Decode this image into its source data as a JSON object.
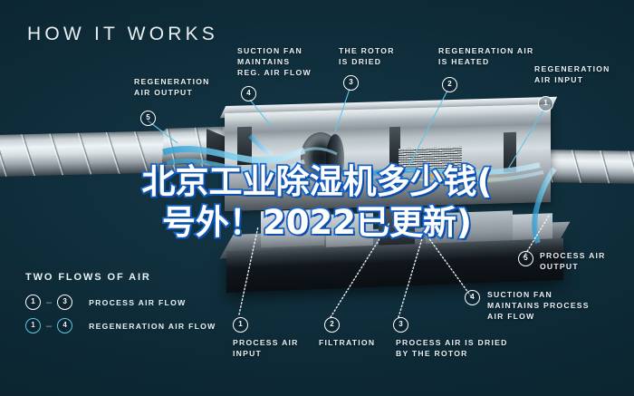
{
  "title": "HOW IT WORKS",
  "watermark": {
    "line1": "北京工业除湿机多少钱(",
    "line2": "号外！2022已更新)"
  },
  "callouts": [
    {
      "id": "regeneration-air-output",
      "number": "5",
      "label": "REGENERATION\nAIR OUTPUT"
    },
    {
      "id": "suction-fan-reg",
      "number": "4",
      "label": "SUCTION FAN\nMAINTAINS\nREG. AIR FLOW"
    },
    {
      "id": "rotor-is-dried",
      "number": "3",
      "label": "THE ROTOR\nIS DRIED"
    },
    {
      "id": "regeneration-air-heated",
      "number": "2",
      "label": "REGENERATION AIR\nIS HEATED"
    },
    {
      "id": "regeneration-air-input",
      "number": "1",
      "label": "REGENERATION\nAIR INPUT"
    },
    {
      "id": "process-air-output",
      "number": "5",
      "label": "PROCESS AIR\nOUTPUT"
    },
    {
      "id": "suction-fan-process",
      "number": "4",
      "label": "SUCTION FAN\nMAINTAINS PROCESS\nAIR FLOW"
    },
    {
      "id": "process-air-dried",
      "number": "3",
      "label": "PROCESS AIR IS DRIED\nBY THE ROTOR"
    },
    {
      "id": "filtration",
      "number": "2",
      "label": "FILTRATION"
    },
    {
      "id": "process-air-input",
      "number": "1",
      "label": "PROCESS AIR\nINPUT"
    }
  ],
  "labels": {
    "regeneration_air_output": "REGENERATION AIR OUTPUT",
    "regeneration_air_output_l1": "REGENERATION",
    "regeneration_air_output_l2": "AIR OUTPUT",
    "suction_fan_reg_l1": "SUCTION FAN",
    "suction_fan_reg_l2": "MAINTAINS",
    "suction_fan_reg_l3": "REG. AIR FLOW",
    "rotor_dried_l1": "THE ROTOR",
    "rotor_dried_l2": "IS DRIED",
    "regen_heated_l1": "REGENERATION AIR",
    "regen_heated_l2": "IS HEATED",
    "regen_input_l1": "REGENERATION",
    "regen_input_l2": "AIR INPUT",
    "process_output_l1": "PROCESS AIR",
    "process_output_l2": "OUTPUT",
    "suction_fan_proc_l1": "SUCTION FAN",
    "suction_fan_proc_l2": "MAINTAINS PROCESS",
    "suction_fan_proc_l3": "AIR FLOW",
    "process_dried_l1": "PROCESS AIR IS DRIED",
    "process_dried_l2": "BY THE ROTOR",
    "filtration": "FILTRATION",
    "process_input_l1": "PROCESS AIR",
    "process_input_l2": "INPUT"
  },
  "numbers": {
    "n1": "1",
    "n2": "2",
    "n3": "3",
    "n4": "4",
    "n5": "5"
  },
  "legend": {
    "title": "TWO FLOWS OF AIR",
    "dash": "–",
    "rows": [
      {
        "from": "1",
        "to": "3",
        "text": "PROCESS AIR FLOW",
        "style": "white"
      },
      {
        "from": "1",
        "to": "4",
        "text": "REGENERATION AIR FLOW",
        "style": "blue"
      }
    ]
  },
  "colors": {
    "background": "#0e2b38",
    "text": "#eaf1f4",
    "airflow_blue": "#4db8e8",
    "accent_blue": "#5fc6e8",
    "watermark_fill": "#ffffff",
    "watermark_stroke": "#1964c8",
    "heater_orange": "#ffa040"
  }
}
